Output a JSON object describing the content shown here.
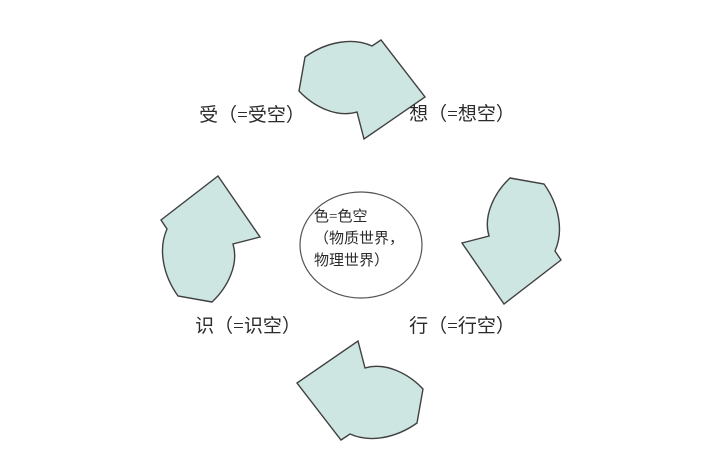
{
  "diagram": {
    "type": "cycle",
    "labels": {
      "top_left": "受（=受空）",
      "top_right": "想（=想空）",
      "bottom_right": "行（=行空）",
      "bottom_left": "识（=识空）"
    },
    "center_circle": {
      "line1": "色=色空",
      "line2": "（物质世界，",
      "line3": "物理世界）"
    },
    "icons": {
      "top": "curved-arrow-pointing-right",
      "right": "curved-arrow-pointing-down",
      "bottom": "curved-arrow-pointing-left",
      "left": "curved-arrow-pointing-up"
    },
    "colors": {
      "arrow_fill": "#cde6e2",
      "arrow_stroke": "#404040",
      "circle_stroke": "#555555",
      "text": "#2b2b2b",
      "background": "#ffffff"
    }
  }
}
